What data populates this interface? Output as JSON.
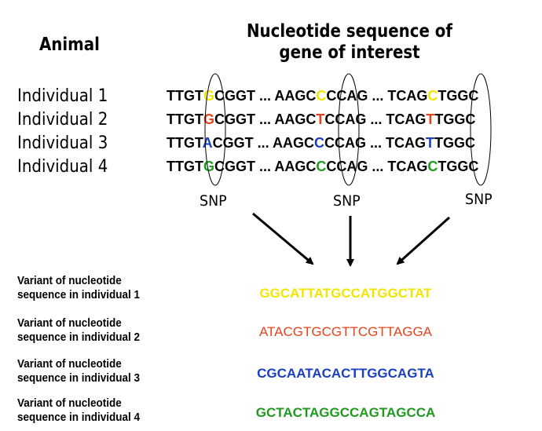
{
  "headers": {
    "animal": "Animal",
    "sequence_line1": "Nucleotide sequence of",
    "sequence_line2": "gene of interest"
  },
  "individuals": [
    {
      "label": "Individual 1",
      "segments": [
        {
          "text": "TTGT"
        },
        {
          "text": "G",
          "color": "#f2e600"
        },
        {
          "text": "CGGT ... AAGC"
        },
        {
          "text": "C",
          "color": "#f2e600"
        },
        {
          "text": "CCAG ... TCAG"
        },
        {
          "text": "C",
          "color": "#f2e600"
        },
        {
          "text": "TGGC"
        }
      ]
    },
    {
      "label": "Individual 2",
      "segments": [
        {
          "text": "TTGT"
        },
        {
          "text": "G",
          "color": "#e8421a"
        },
        {
          "text": "CGGT ... AAGC"
        },
        {
          "text": "T",
          "color": "#e8421a"
        },
        {
          "text": "CCAG ... TCAG"
        },
        {
          "text": "T",
          "color": "#e8421a"
        },
        {
          "text": "TGGC"
        }
      ]
    },
    {
      "label": "Individual 3",
      "segments": [
        {
          "text": "TTGT"
        },
        {
          "text": "A",
          "color": "#1a3fbf"
        },
        {
          "text": "CGGT ... AAGC"
        },
        {
          "text": "C",
          "color": "#1a3fbf"
        },
        {
          "text": "CCAG ... TCAG"
        },
        {
          "text": "T",
          "color": "#1a3fbf"
        },
        {
          "text": "TGGC"
        }
      ]
    },
    {
      "label": "Individual 4",
      "segments": [
        {
          "text": "TTGT"
        },
        {
          "text": "G",
          "color": "#1f9a1f"
        },
        {
          "text": "CGGT ... AAGC"
        },
        {
          "text": "C",
          "color": "#1f9a1f"
        },
        {
          "text": "CCAG ... TCAG"
        },
        {
          "text": "C",
          "color": "#1f9a1f"
        },
        {
          "text": "TGGC"
        }
      ]
    }
  ],
  "snp_label": "SNP",
  "variants": [
    {
      "label_line1": "Variant of nucleotide",
      "label_line2": "sequence in individual 1",
      "sequence": "GGCATTATGCCATGGCTAT",
      "color": "#f2e600",
      "bold": true
    },
    {
      "label_line1": "Variant of nucleotide",
      "label_line2": "sequence in individual 2",
      "sequence": "ATACGTGCGTTCGTTAGGA",
      "color": "#e8421a",
      "bold": false
    },
    {
      "label_line1": "Variant of nucleotide",
      "label_line2": "sequence in individual 3",
      "sequence": "CGCAATACACTTGGCAGTA",
      "color": "#1a3fbf",
      "bold": true
    },
    {
      "label_line1": "Variant of nucleotide",
      "label_line2": "sequence in individual 4",
      "sequence": "GCTACTAGGCCAGTAGCCA",
      "color": "#1f9a1f",
      "bold": true
    }
  ]
}
